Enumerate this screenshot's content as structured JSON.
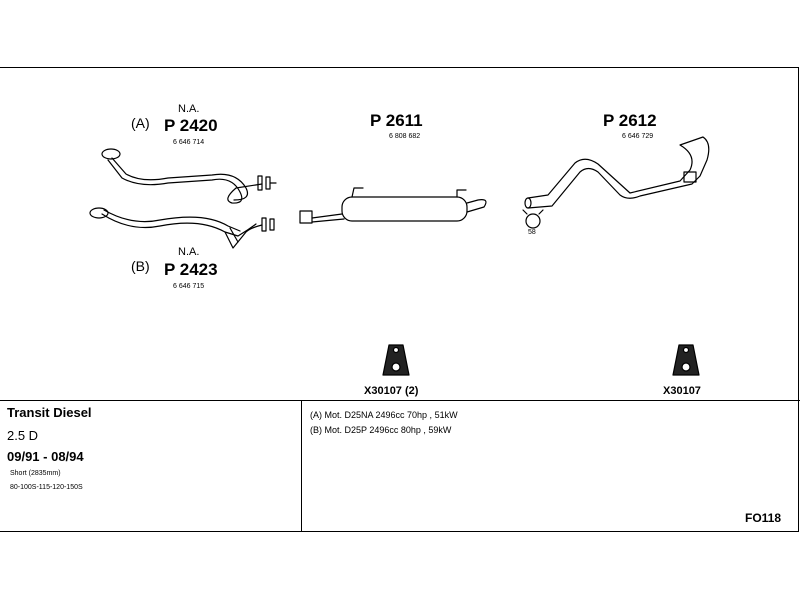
{
  "parts": {
    "a": {
      "tag": "(A)",
      "na": "N.A.",
      "number": "P 2420",
      "oem": "6 646 714"
    },
    "b": {
      "tag": "(B)",
      "na": "N.A.",
      "number": "P 2423",
      "oem": "6 646 715"
    },
    "mid": {
      "number": "P 2611",
      "oem": "6 808 682"
    },
    "rear": {
      "number": "P 2612",
      "oem": "6 646 729"
    },
    "clamp": {
      "size": "58"
    },
    "mount1": {
      "label": "X30107 (2)"
    },
    "mount2": {
      "label": "X30107"
    }
  },
  "vehicle": {
    "model": "Transit Diesel",
    "engine": "2.5 D",
    "years": "09/91 - 08/94",
    "wheelbase": "Short (2835mm)",
    "variants": "80-100S-115-120-150S"
  },
  "engines": {
    "a": "(A) Mot. D25NA 2496cc 70hp , 51kW",
    "b": "(B) Mot. D25P 2496cc 80hp , 59kW"
  },
  "code": "FO118"
}
